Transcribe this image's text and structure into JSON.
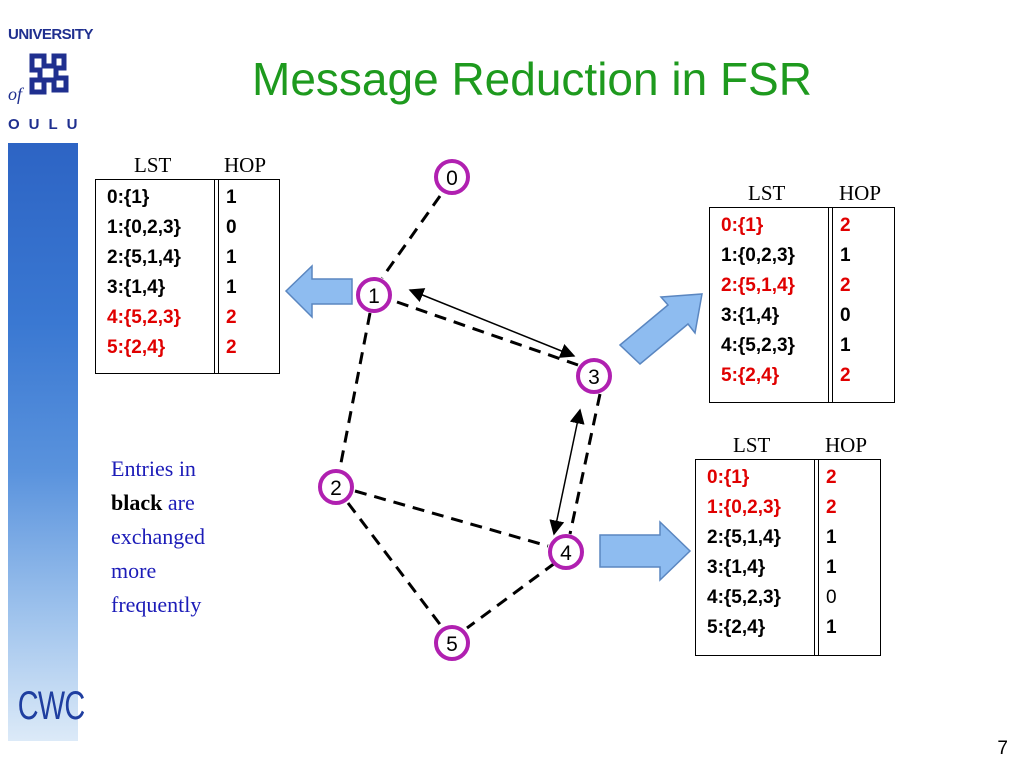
{
  "slide": {
    "title": "Message Reduction in FSR",
    "page_number": "7"
  },
  "logo": {
    "university": "UNIVERSITY",
    "of": "of",
    "oulu": "OULU",
    "cwc": "CWC"
  },
  "nodes": [
    {
      "id": "0",
      "label": "0"
    },
    {
      "id": "1",
      "label": "1"
    },
    {
      "id": "2",
      "label": "2"
    },
    {
      "id": "3",
      "label": "3"
    },
    {
      "id": "4",
      "label": "4"
    },
    {
      "id": "5",
      "label": "5"
    }
  ],
  "links": [
    {
      "from": "0",
      "to": "1",
      "style": "dashed"
    },
    {
      "from": "1",
      "to": "3",
      "style": "dashed"
    },
    {
      "from": "1",
      "to": "2",
      "style": "dashed"
    },
    {
      "from": "3",
      "to": "4",
      "style": "dashed"
    },
    {
      "from": "2",
      "to": "4",
      "style": "dashed"
    },
    {
      "from": "2",
      "to": "5",
      "style": "dashed"
    },
    {
      "from": "4",
      "to": "5",
      "style": "dashed"
    }
  ],
  "exchanges": [
    {
      "between": [
        "1",
        "3"
      ],
      "style": "double-arrow"
    },
    {
      "between": [
        "3",
        "4"
      ],
      "style": "double-arrow"
    }
  ],
  "tables": {
    "node1": {
      "lst_header": "LST",
      "hop_header": "HOP",
      "rows": [
        {
          "lst": "0:{1}",
          "hop": "1",
          "color": "black"
        },
        {
          "lst": "1:{0,2,3}",
          "hop": "0",
          "color": "black"
        },
        {
          "lst": "2:{5,1,4}",
          "hop": "1",
          "color": "black"
        },
        {
          "lst": "3:{1,4}",
          "hop": "1",
          "color": "black"
        },
        {
          "lst": "4:{5,2,3}",
          "hop": "2",
          "color": "red"
        },
        {
          "lst": "5:{2,4}",
          "hop": "2",
          "color": "red"
        }
      ]
    },
    "node3": {
      "lst_header": "LST",
      "hop_header": "HOP",
      "rows": [
        {
          "lst": "0:{1}",
          "hop": "2",
          "color": "red"
        },
        {
          "lst": "1:{0,2,3}",
          "hop": "1",
          "color": "black"
        },
        {
          "lst": "2:{5,1,4}",
          "hop": "2",
          "color": "red"
        },
        {
          "lst": "3:{1,4}",
          "hop": "0",
          "color": "black"
        },
        {
          "lst": "4:{5,2,3}",
          "hop": "1",
          "color": "black"
        },
        {
          "lst": "5:{2,4}",
          "hop": "2",
          "color": "red"
        }
      ]
    },
    "node4": {
      "lst_header": "LST",
      "hop_header": "HOP",
      "rows": [
        {
          "lst": "0:{1}",
          "hop": "2",
          "color": "red"
        },
        {
          "lst": "1:{0,2,3}",
          "hop": "2",
          "color": "red"
        },
        {
          "lst": "2:{5,1,4}",
          "hop": "1",
          "color": "black"
        },
        {
          "lst": "3:{1,4}",
          "hop": "1",
          "color": "black"
        },
        {
          "lst": "4:{5,2,3}",
          "hop": "0",
          "color": "black"
        },
        {
          "lst": "5:{2,4}",
          "hop": "1",
          "color": "black"
        }
      ]
    }
  },
  "note": {
    "line1": "Entries in",
    "bold_word": "black",
    "line2_rest": " are",
    "line3": "exchanged",
    "line4": "more",
    "line5": "frequently"
  },
  "colors": {
    "title": "#1e9a1e",
    "node_border": "#b020b0",
    "arrow_fill": "#8ebcf0",
    "highlight": "#e00000",
    "note_text": "#1c1cb8"
  }
}
